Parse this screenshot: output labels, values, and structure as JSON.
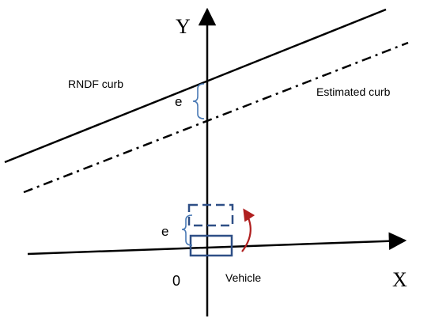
{
  "labels": {
    "y_axis": "Y",
    "x_axis": "X",
    "origin": "0",
    "rndf_curb": "RNDF curb",
    "estimated_curb": "Estimated curb",
    "offset_top": "e",
    "offset_bottom": "e",
    "vehicle": "Vehicle"
  },
  "colors": {
    "axes": "#000000",
    "curb_lines": "#000000",
    "vehicle_box": "#2e4f86",
    "offset_brace": "#4a7ab5",
    "rotation_arrow": "#b01f1f"
  }
}
